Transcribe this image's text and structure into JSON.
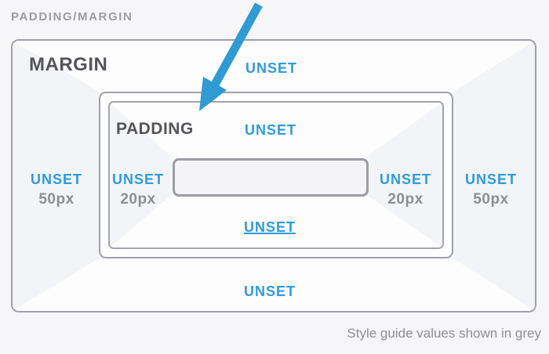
{
  "header": {
    "title": "PADDING/MARGIN"
  },
  "margin_box": {
    "label": "MARGIN",
    "top": {
      "value": "UNSET"
    },
    "bottom": {
      "value": "UNSET"
    },
    "left": {
      "value": "UNSET",
      "style_guide": "50px"
    },
    "right": {
      "value": "UNSET",
      "style_guide": "50px"
    }
  },
  "padding_box": {
    "label": "PADDING",
    "top": {
      "value": "UNSET"
    },
    "bottom": {
      "value": "UNSET",
      "underlined": true
    },
    "left": {
      "value": "UNSET",
      "style_guide": "20px"
    },
    "right": {
      "value": "UNSET",
      "style_guide": "20px"
    }
  },
  "annotation": {
    "arrow_icon": "arrow-pointing-down-left-at-padding-box",
    "arrow_color": "#2f9ad3"
  },
  "footer": {
    "note": "Style guide values shown in grey"
  },
  "colors": {
    "accent_blue": "#2d9cdb",
    "label_dark": "#545459",
    "guide_grey": "#8d8d93",
    "border_grey": "#9fa0a8",
    "page_background": "#f6f6f8"
  }
}
